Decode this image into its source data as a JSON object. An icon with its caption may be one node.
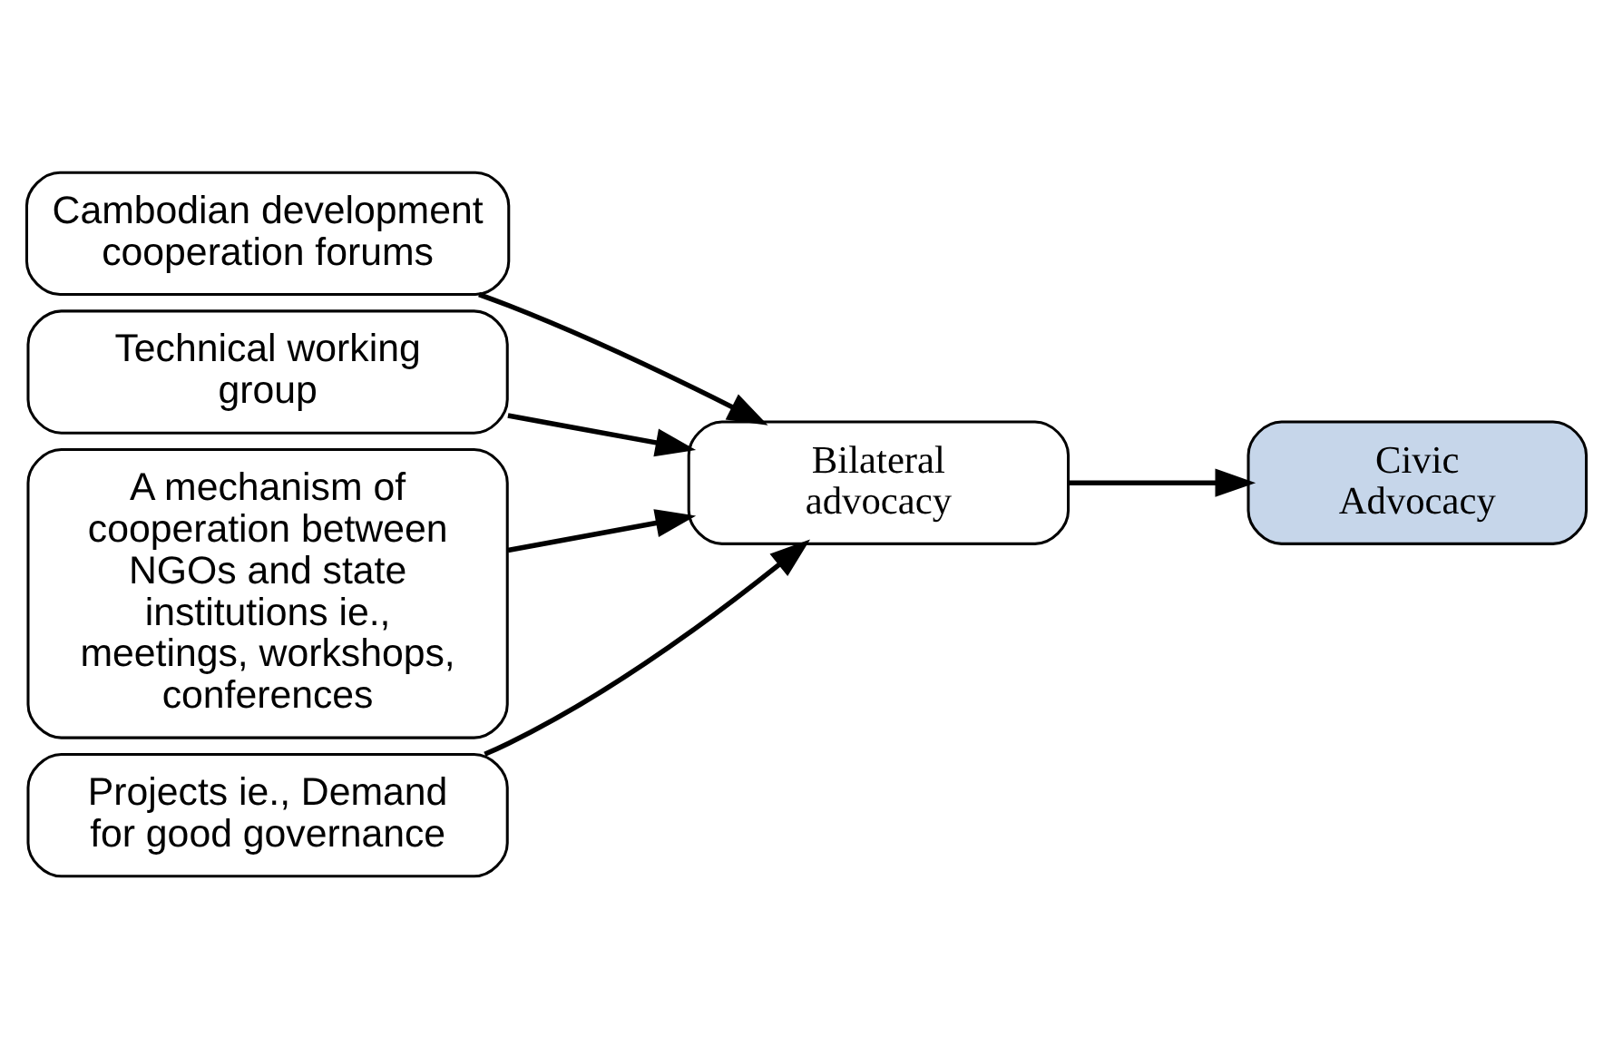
{
  "diagram": {
    "nodes": [
      {
        "text": [
          "Cambodian development cooperation forums"
        ]
      },
      {
        "text": [
          "Technical working group"
        ]
      },
      {
        "text": [
          "A mechanism of cooperation between NGOs and state institutions ie., meetings, workshops, conferences"
        ]
      },
      {
        "text": [
          "Projects ie., Demand for good governance"
        ]
      },
      {
        "text": [
          "Bilateral advocacy"
        ]
      },
      {
        "text": [
          "Civic Advocacy"
        ]
      }
    ],
    "edges": [
      {
        "from": 0,
        "to": 4,
        "arrow": "to"
      },
      {
        "from": 1,
        "to": 4,
        "arrow": "to"
      },
      {
        "from": 2,
        "to": 4,
        "arrow": "to"
      },
      {
        "from": 3,
        "to": 4,
        "arrow": "to"
      },
      {
        "from": 4,
        "to": 5,
        "arrow": "to"
      }
    ]
  }
}
